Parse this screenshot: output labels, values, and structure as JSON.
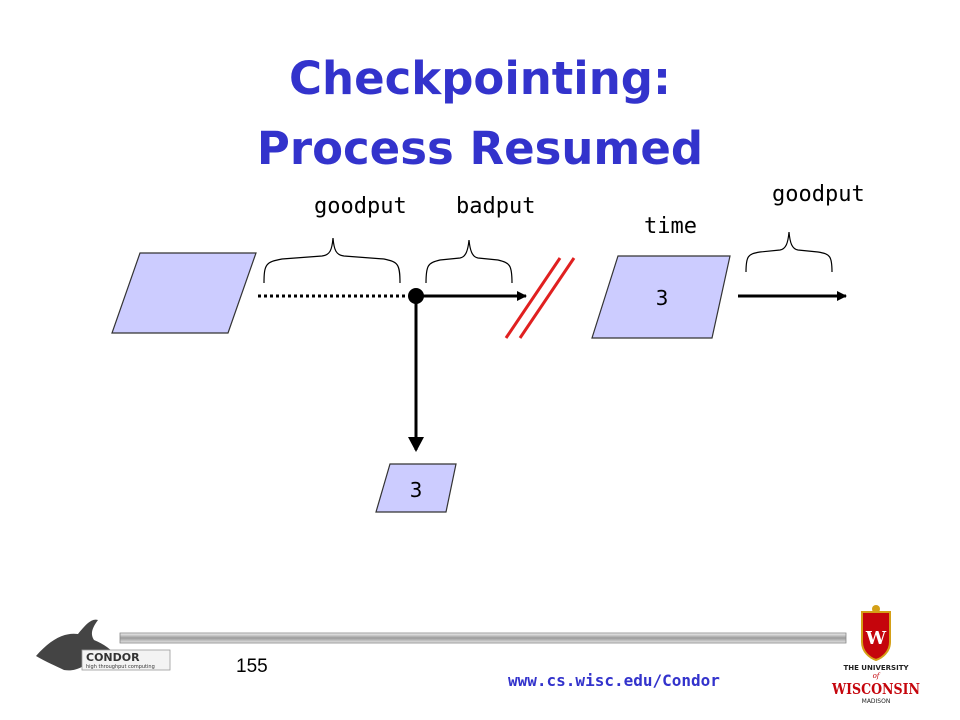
{
  "slide": {
    "title_line1": "Checkpointing:",
    "title_line2": "Process Resumed",
    "slide_number": "155",
    "url": "www.cs.wisc.edu/Condor"
  },
  "diagram": {
    "label_goodput_1": "goodput",
    "label_badput": "badput",
    "label_time": "time",
    "label_goodput_2": "goodput",
    "checkpoint_box_label": "3",
    "resumed_box_label": "3"
  },
  "logos": {
    "condor_text": "CONDOR",
    "condor_tagline": "high throughput computing",
    "uw_line1": "THE UNIVERSITY",
    "uw_line2": "of",
    "uw_line3": "WISCONSIN",
    "uw_line4": "MADISON",
    "uw_crest_letter": "W"
  },
  "colors": {
    "title": "#3333cc",
    "box_fill": "#ccccff",
    "slash": "#e02020",
    "uw_red": "#c5050c"
  }
}
